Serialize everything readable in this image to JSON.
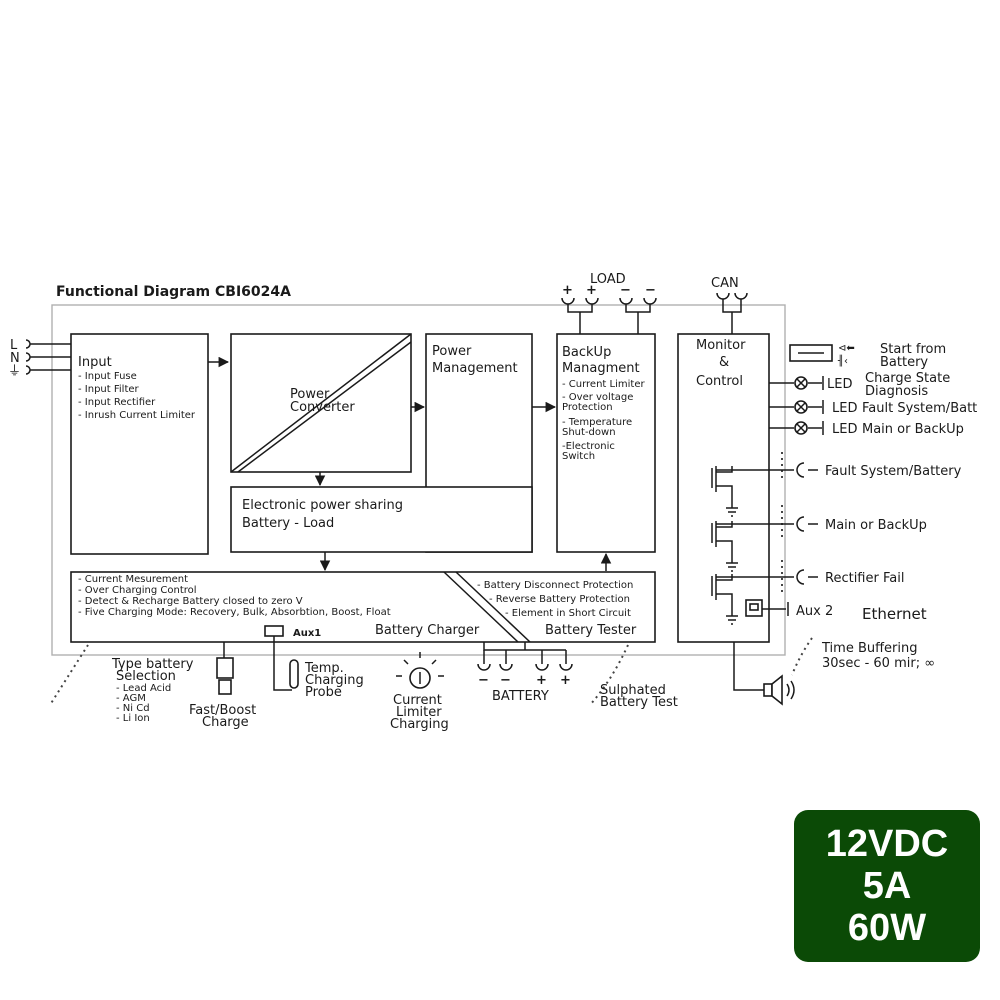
{
  "title": "Functional Diagram CBI6024A",
  "input_terminals": [
    "L",
    "N",
    "⏚"
  ],
  "blocks": {
    "input": {
      "title": "Input",
      "items": [
        "- Input Fuse",
        "- Input Filter",
        "- Input Rectifier",
        "- Inrush Current Limiter"
      ]
    },
    "power_converter": {
      "title_lines": [
        "Power",
        "Converter"
      ]
    },
    "power_management": {
      "title_lines": [
        "Power",
        "Management"
      ]
    },
    "power_sharing": {
      "title_lines": [
        "Electronic power sharing",
        "Battery - Load"
      ]
    },
    "backup": {
      "title_lines": [
        "BackUp",
        "Managment"
      ],
      "items": [
        "- Current Limiter",
        "- Over   voltage",
        "  Protection",
        "- Temperature",
        "  Shut-down",
        "-Electronic",
        " Switch"
      ]
    },
    "monitor": {
      "title_lines": [
        "Monitor",
        "&",
        "Control"
      ]
    },
    "charger": {
      "items": [
        "- Current Mesurement",
        "- Over Charging Control",
        "- Detect & Recharge Battery closed to zero V",
        "- Five Charging Mode: Recovery, Bulk, Absorbtion, Boost, Float"
      ],
      "name": "Battery Charger",
      "aux": "Aux1"
    },
    "tester": {
      "items": [
        "- Battery Disconnect Protection",
        "- Reverse Battery Protection",
        "- Element in Short Circuit"
      ],
      "name": "Battery Tester"
    }
  },
  "load": {
    "label": "LOAD",
    "polarities": [
      "+",
      "+",
      "−",
      "−"
    ]
  },
  "can": {
    "label": "CAN"
  },
  "right_side": {
    "start_from_battery": [
      "Start from",
      "Battery"
    ],
    "leds": [
      {
        "prefix": "LED",
        "lines": [
          "Charge State",
          "Diagnosis"
        ]
      },
      {
        "prefix": "LED",
        "lines": [
          "Fault System/Batt"
        ]
      },
      {
        "prefix": "LED",
        "lines": [
          "Main or BackUp"
        ]
      }
    ],
    "relays": [
      "Fault System/Battery",
      "Main or BackUp",
      "Rectifier Fail"
    ],
    "aux2": "Aux 2",
    "ethernet": "Ethernet",
    "time_buffering": [
      "Time Buffering",
      "30sec - 60 mir; ∞"
    ]
  },
  "bottom": {
    "battery_type": {
      "lines": [
        "Type battery",
        "Selection"
      ],
      "options": [
        "- Lead Acid",
        "- AGM",
        "- Ni Cd",
        "- Li Ion"
      ]
    },
    "fast_boost": [
      "Fast/Boost",
      "Charge"
    ],
    "temp_probe": [
      "Temp.",
      "Charging",
      "Probe"
    ],
    "current_limiter": [
      "Current",
      "Limiter",
      "Charging"
    ],
    "battery": {
      "label": "BATTERY",
      "polarities": [
        "−",
        "−",
        "+",
        "+"
      ]
    },
    "sulphated": [
      "Sulphated",
      "Battery Test"
    ]
  },
  "spec": {
    "voltage": "12VDC",
    "current": "5A",
    "power": "60W"
  },
  "colors": {
    "badge": "#0b4a06",
    "line": "#1a1a1a",
    "frame": "#b0b0b0"
  }
}
